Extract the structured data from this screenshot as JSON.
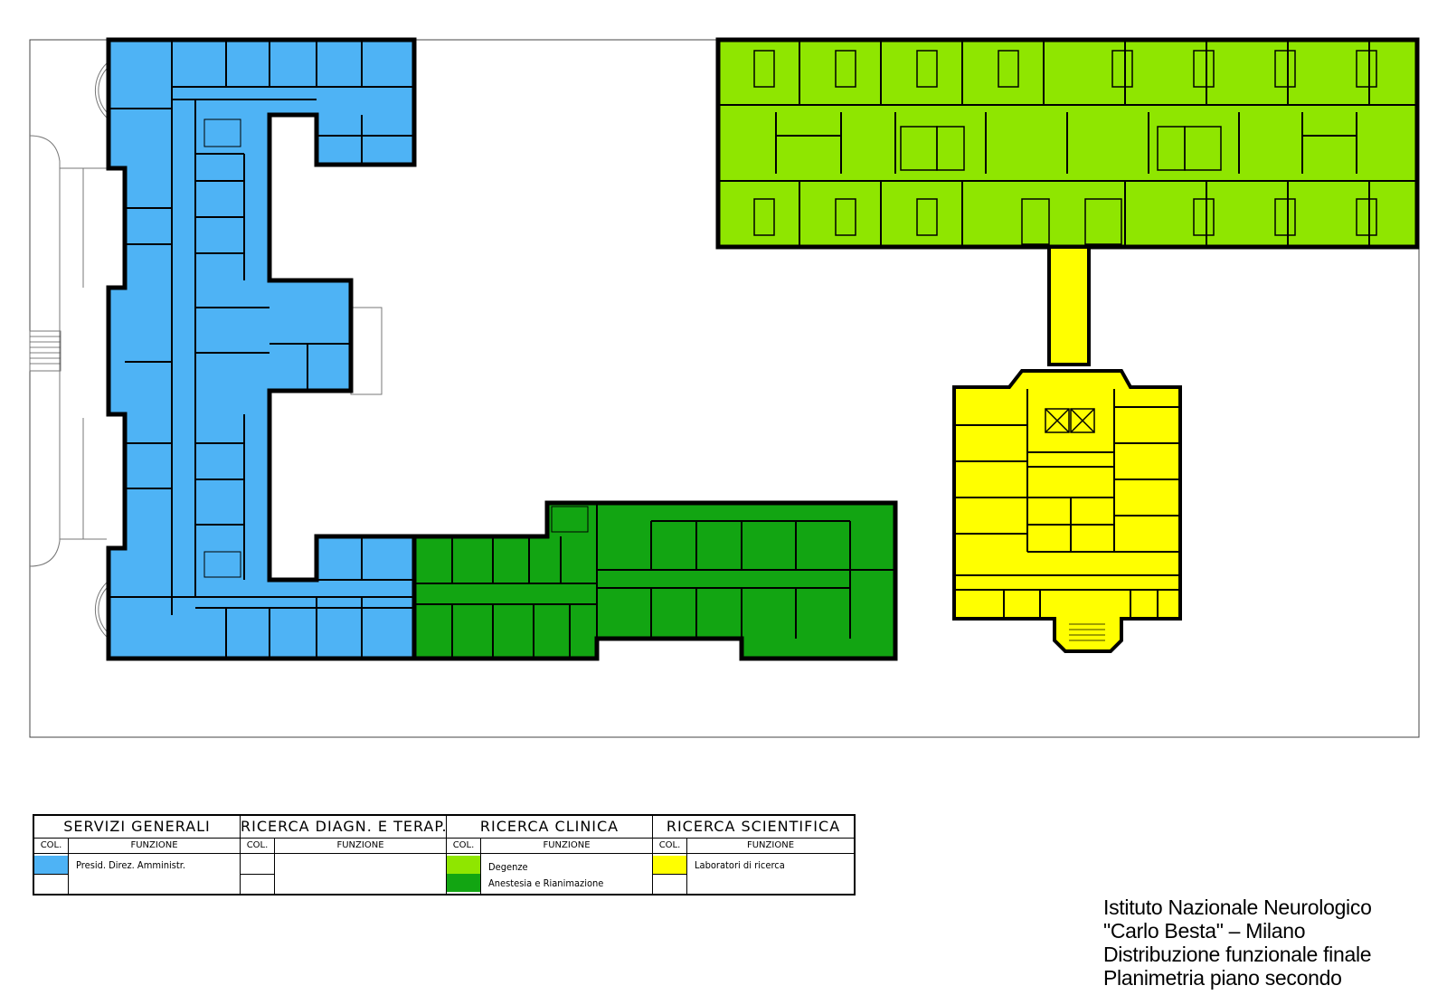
{
  "colors": {
    "blue": "#4eb3f5",
    "lime": "#8fe600",
    "green": "#12a512",
    "yellow": "#ffff00",
    "wall": "#000000"
  },
  "legend": {
    "col_label": "COL.",
    "function_label": "FUNZIONE",
    "sections": [
      {
        "title": "SERVIZI GENERALI",
        "items": [
          {
            "color": "#4eb3f5",
            "label": "Presid. Direz. Amministr."
          }
        ]
      },
      {
        "title": "RICERCA DIAGN. E TERAP.",
        "items": []
      },
      {
        "title": "RICERCA CLINICA",
        "items": [
          {
            "color": "#8fe600",
            "label": "Degenze"
          },
          {
            "color": "#12a512",
            "label": "Anestesia e Rianimazione"
          }
        ]
      },
      {
        "title": "RICERCA SCIENTIFICA",
        "items": [
          {
            "color": "#ffff00",
            "label": "Laboratori di ricerca"
          }
        ]
      }
    ]
  },
  "title_block": {
    "line1": "Istituto Nazionale Neurologico",
    "line2": "\"Carlo Besta\" – Milano",
    "line3": "Distribuzione funzionale finale",
    "line4": "Planimetria piano secondo"
  }
}
